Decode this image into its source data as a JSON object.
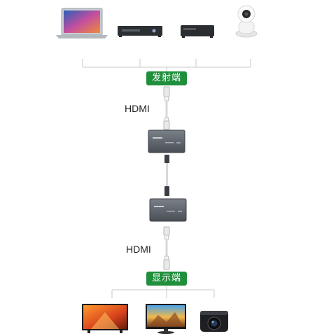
{
  "diagram": {
    "transmitter_label": "发射端",
    "receiver_label": "显示端",
    "cable_label_top": "HDMI",
    "cable_label_bottom": "HDMI"
  },
  "colors": {
    "accent": "#1f8f3c",
    "line": "#c9c9c9",
    "device_body": "#5a5f66"
  },
  "icons": {
    "sources": [
      "laptop-icon",
      "dvd-player-icon",
      "set-top-box-icon",
      "security-camera-icon"
    ],
    "extenders": [
      "transmitter-extender-icon",
      "receiver-extender-icon"
    ],
    "displays": [
      "tv-icon",
      "monitor-icon",
      "projector-icon"
    ]
  }
}
